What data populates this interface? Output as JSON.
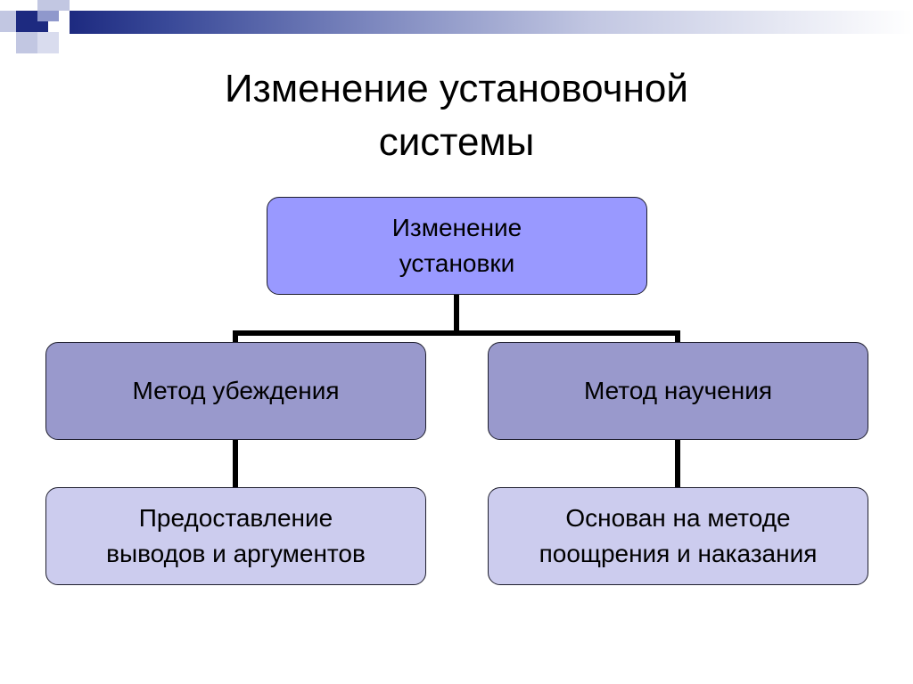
{
  "slide": {
    "title_lines": [
      "Изменение установочной",
      "системы"
    ]
  },
  "diagram": {
    "root": {
      "lines": [
        "Изменение",
        "установки"
      ],
      "fill": "#9999ff"
    },
    "branches": [
      {
        "label": "Метод убеждения",
        "fill": "#9999cc",
        "child": {
          "lines": [
            "Предоставление",
            "выводов и аргументов"
          ],
          "fill": "#ccccee"
        }
      },
      {
        "label": "Метод научения",
        "fill": "#9999cc",
        "child": {
          "lines": [
            "Основан на методе",
            "поощрения и наказания"
          ],
          "fill": "#ccccee"
        }
      }
    ]
  },
  "theme": {
    "header_bar_color": "#1d2a80",
    "corner_dark": "#1d2a80",
    "corner_light": "#c2c7e2",
    "connector_color": "#000000"
  }
}
